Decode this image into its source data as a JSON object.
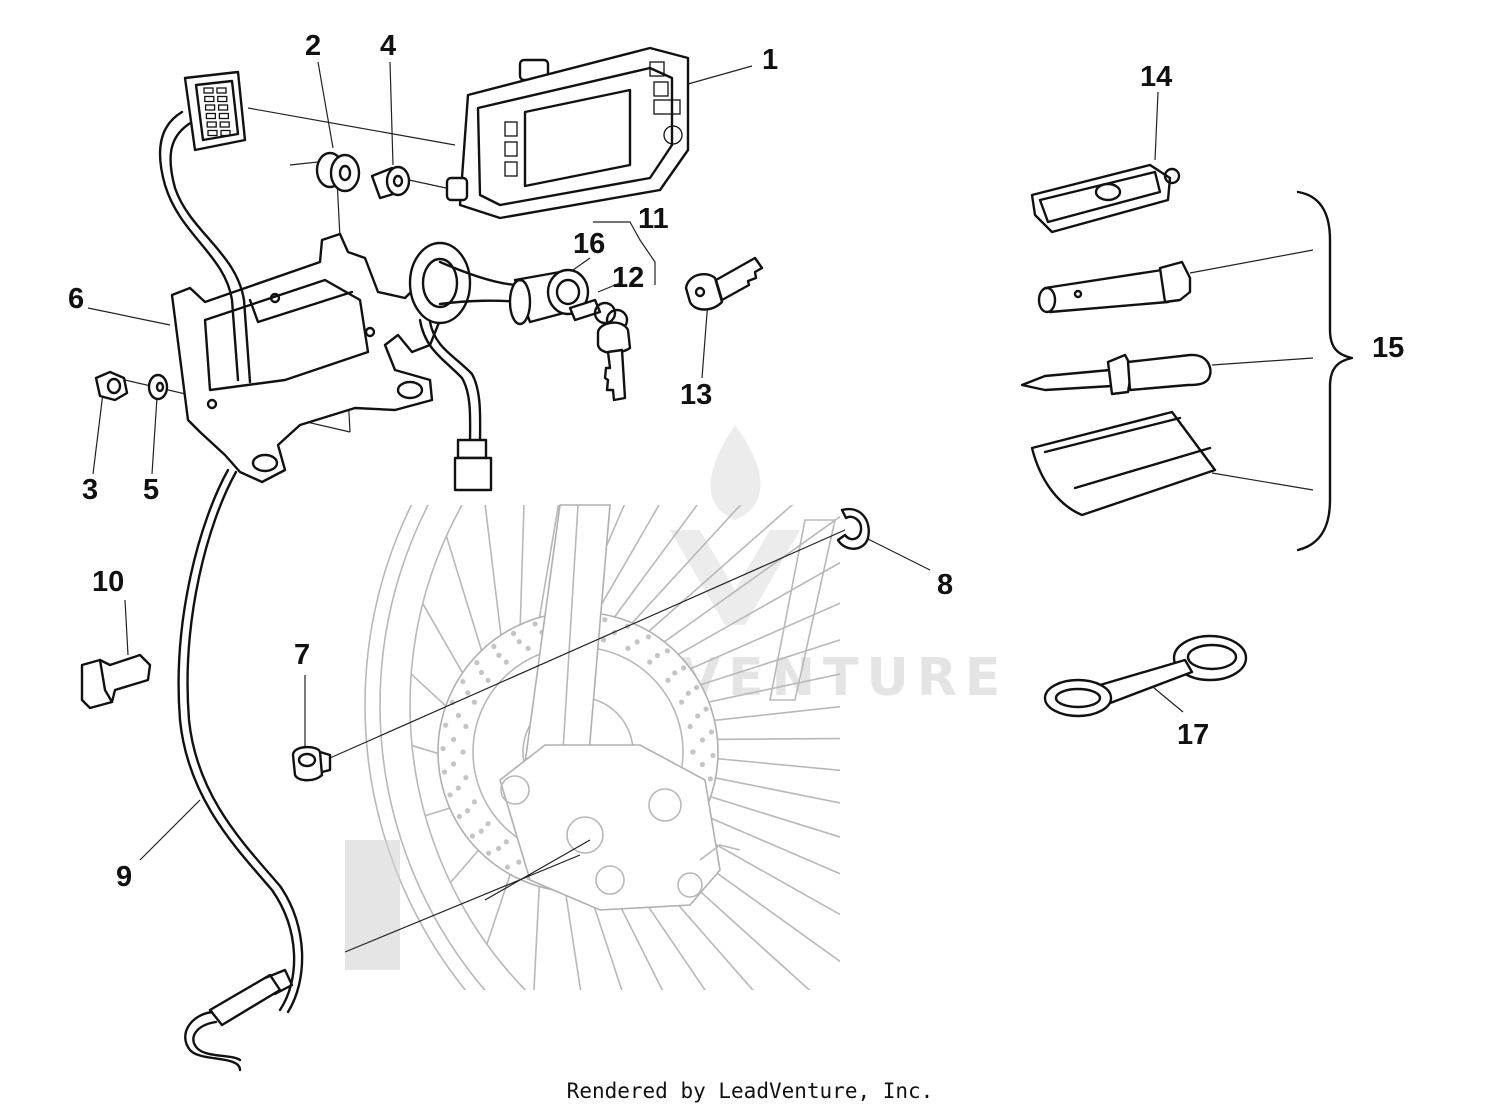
{
  "callouts": {
    "c1": "1",
    "c2": "2",
    "c3": "3",
    "c4": "4",
    "c5": "5",
    "c6": "6",
    "c7": "7",
    "c8": "8",
    "c9": "9",
    "c10": "10",
    "c11": "11",
    "c12": "12",
    "c13": "13",
    "c14": "14",
    "c15": "15",
    "c16": "16",
    "c17": "17"
  },
  "watermark": "LEADVENTURE",
  "footer": "Rendered by LeadVenture, Inc."
}
